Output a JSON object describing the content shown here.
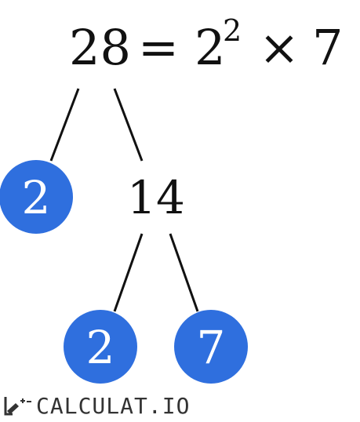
{
  "equation": {
    "number": "28",
    "equals": "=",
    "base": "2",
    "exponent": "2",
    "times": "×",
    "factor": "7"
  },
  "tree": {
    "root": "28",
    "level1": {
      "prime": "2",
      "composite": "14"
    },
    "level2": {
      "prime_left": "2",
      "prime_right": "7"
    }
  },
  "colors": {
    "prime_circle": "#2f6fde",
    "line": "#111111",
    "text": "#111111"
  },
  "watermark": {
    "text": "CALCULAT.IO"
  }
}
